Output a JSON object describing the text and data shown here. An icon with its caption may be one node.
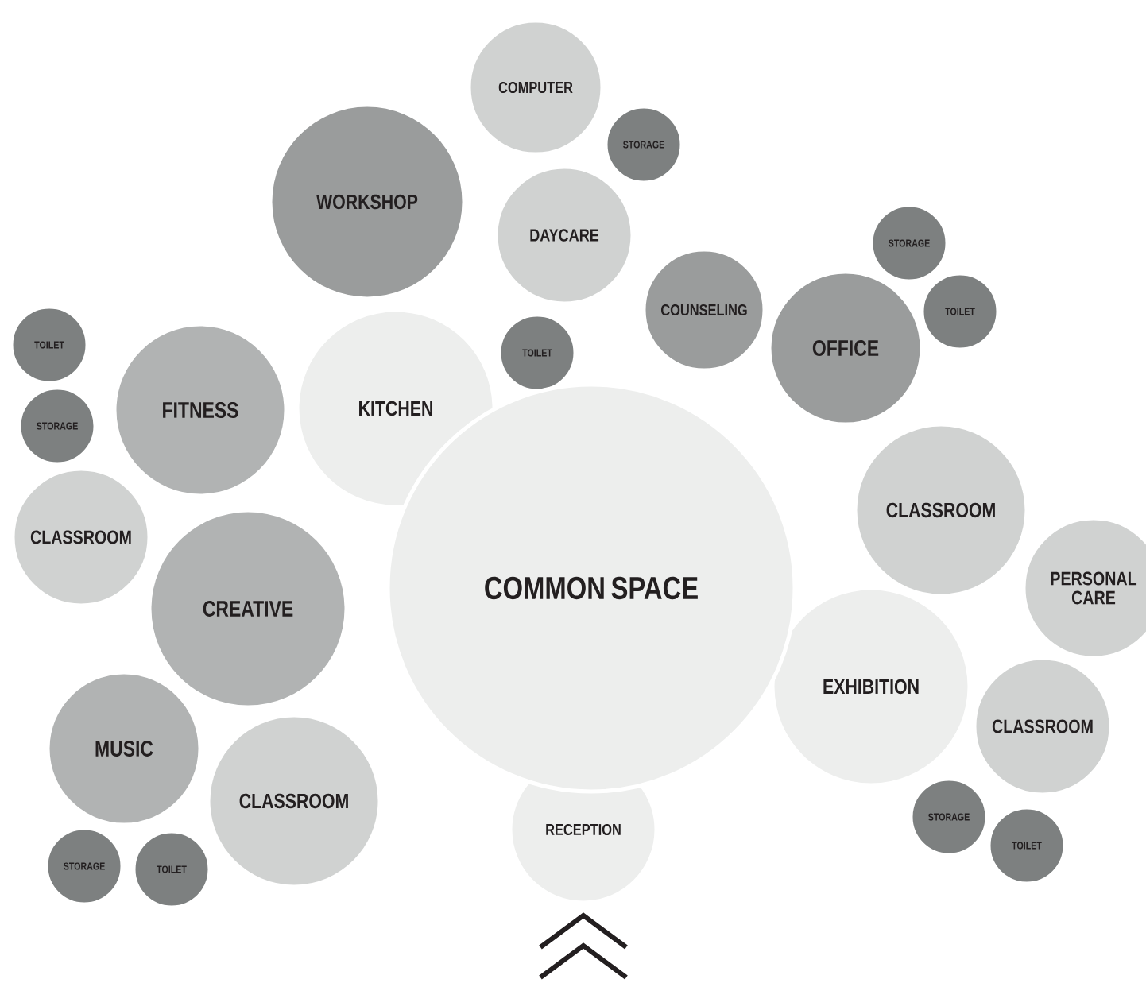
{
  "diagram": {
    "nodes": [
      {
        "text": [
          "COMPUTER"
        ]
      },
      {
        "text": [
          "STORAGE"
        ]
      },
      {
        "text": [
          "WORKSHOP"
        ]
      },
      {
        "text": [
          "DAYCARE"
        ]
      },
      {
        "text": [
          "STORAGE"
        ]
      },
      {
        "text": [
          "COUNSELING"
        ]
      },
      {
        "text": [
          "OFFICE"
        ]
      },
      {
        "text": [
          "TOILET"
        ]
      },
      {
        "text": [
          "TOILET"
        ]
      },
      {
        "text": [
          "TOILET"
        ]
      },
      {
        "text": [
          "FITNESS"
        ]
      },
      {
        "text": [
          "KITCHEN"
        ]
      },
      {
        "text": [
          "STORAGE"
        ]
      },
      {
        "text": [
          "CLASSROOM"
        ]
      },
      {
        "text": [
          "CLASSROOM"
        ]
      },
      {
        "text": [
          "COMMON SPACE"
        ]
      },
      {
        "text": [
          "CREATIVE"
        ]
      },
      {
        "text": [
          "PERSONAL CARE"
        ]
      },
      {
        "text": [
          "MUSIC"
        ]
      },
      {
        "text": [
          "EXHIBITION"
        ]
      },
      {
        "text": [
          "CLASSROOM"
        ]
      },
      {
        "text": [
          "CLASSROOM"
        ]
      },
      {
        "text": [
          "RECEPTION"
        ]
      },
      {
        "text": [
          "STORAGE"
        ]
      },
      {
        "text": [
          "TOILET"
        ]
      },
      {
        "text": [
          "STORAGE"
        ]
      },
      {
        "text": [
          "TOILET"
        ]
      }
    ]
  }
}
